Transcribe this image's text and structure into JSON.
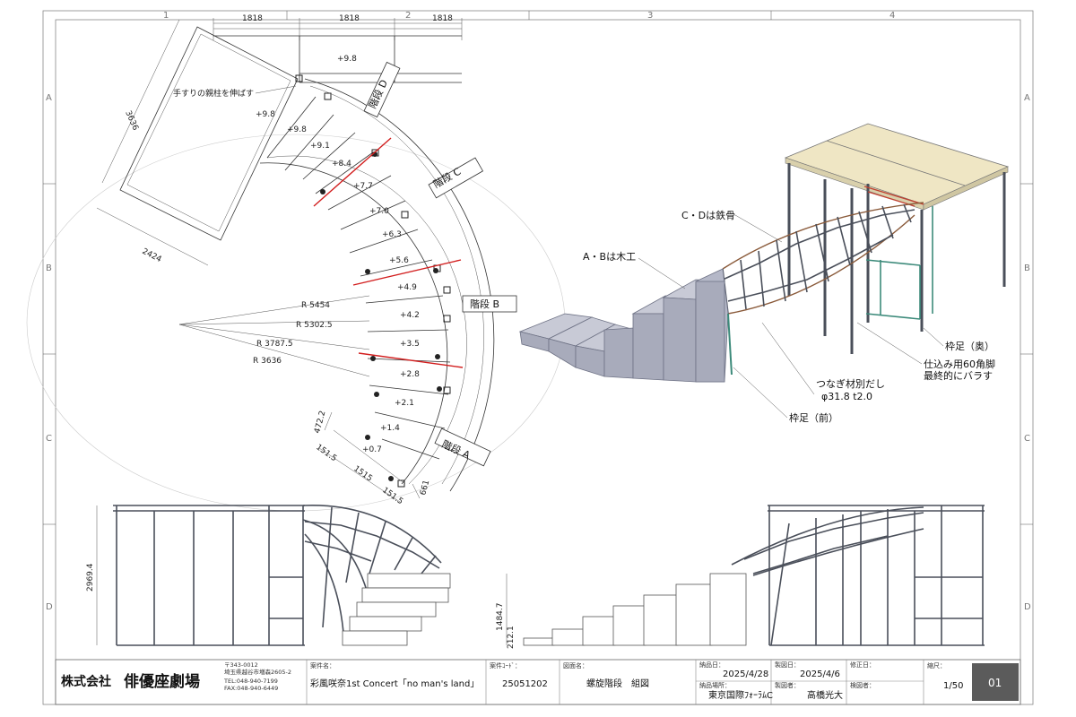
{
  "grid": {
    "cols": [
      "1",
      "2",
      "3",
      "4"
    ],
    "rows": [
      "A",
      "B",
      "C",
      "D"
    ]
  },
  "plan": {
    "top_dims": [
      "1818",
      "1818",
      "1818"
    ],
    "dim_3636": "3636",
    "dim_2424": "2424",
    "note_handrail": "手すりの親柱を伸ばす",
    "landing_height_1": "+9.8",
    "landing_height_2": "+9.8",
    "step_heights": [
      "+9.8",
      "+9.1",
      "+8.4",
      "+7.7",
      "+7.0",
      "+6.3",
      "+5.6",
      "+4.9",
      "+4.2",
      "+3.5",
      "+2.8",
      "+2.1",
      "+1.4",
      "+0.7"
    ],
    "radii": [
      "R 5454",
      "R 5302.5",
      "R 3787.5",
      "R 3636"
    ],
    "bottom_dims": [
      "472.2",
      "151.5",
      "1515",
      "151.5",
      "661"
    ],
    "stair_labels": [
      "階段 D",
      "階段 C",
      "階段 B",
      "階段 A"
    ]
  },
  "iso": {
    "callout_cd": "C・Dは鉄骨",
    "callout_ab": "A・Bは木工",
    "callout_back_leg": "枠足（奥）",
    "callout_leg60_1": "仕込み用60角脚",
    "callout_leg60_2": "最終的にバラす",
    "callout_brace_1": "つなぎ材別だし",
    "callout_brace_2": "φ31.8 t2.0",
    "callout_front_leg": "枠足（前）"
  },
  "elevations": {
    "left_height": "2969.4",
    "right_height": "1484.7",
    "right_low": "212.1"
  },
  "title_block": {
    "company": "株式会社",
    "company_name": "俳優座劇場",
    "addr_zip": "〒343-0012",
    "addr_line": "埼玉県越谷市増森2605-2",
    "tel": "TEL:048-940-7199",
    "fax": "FAX:048-940-6449",
    "project_label": "案件名：",
    "project_value": "彩風咲奈1st Concert「no man's land」",
    "code_label": "案件ｺｰﾄﾞ：",
    "code_value": "25051202",
    "drawing_label": "図面名：",
    "drawing_value": "螺旋階段　組図",
    "delivery_date_label": "納品日：",
    "delivery_date_value": "2025/4/28",
    "delivery_place_label": "納品場所：",
    "delivery_place_value": "東京国際ﾌｫｰﾗﾑC",
    "drawn_date_label": "製図日：",
    "drawn_date_value": "2025/4/6",
    "drafter_label": "製図者：",
    "drafter_value": "高橋光大",
    "revised_label": "修正日：",
    "checker_label": "検図者：",
    "scale_label": "縮尺：",
    "scale_value": "1/50",
    "sheet_no": "01"
  },
  "colors": {
    "red_cut": "#d21e1e",
    "deck": "#efe6c4",
    "wood": "#b9bcca",
    "steel": "#4a4f5a",
    "green_leg": "#3c8a7a",
    "sheet_badge": "#5b5b5b"
  }
}
